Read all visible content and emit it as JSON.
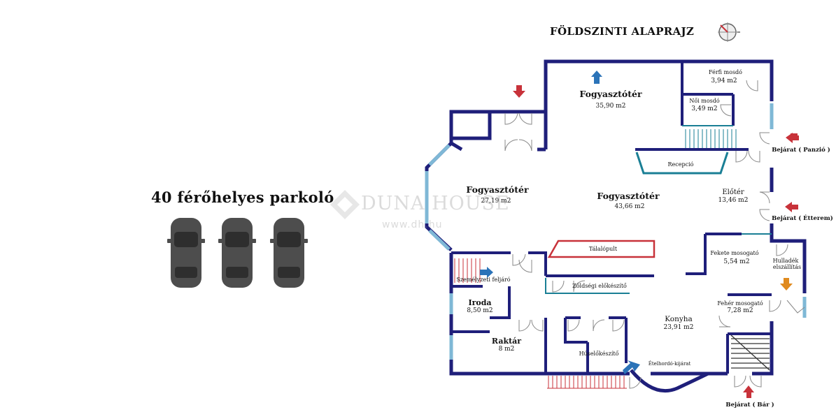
{
  "plan_title": "FÖLDSZINTI ALAPRAJZ",
  "parking": {
    "label": "40 férőhelyes parkoló",
    "car_icon_names": [
      "car-icon",
      "car-icon",
      "car-icon"
    ]
  },
  "watermark": {
    "brand": "DUNA HOUSE",
    "url": "www.dh.hu"
  },
  "rooms": {
    "fogyaszto_top": {
      "name": "Fogyasztótér",
      "area": "35,90 m2"
    },
    "ferfi_mosdo": {
      "name": "Férfi mosdó",
      "area": "3,94 m2"
    },
    "noi_mosdo": {
      "name": "Női mosdó",
      "area": "3,49 m2"
    },
    "recepcio": {
      "name": "Recepció"
    },
    "fogyaszto_left": {
      "name": "Fogyasztótér",
      "area": "27,19 m2"
    },
    "fogyaszto_mid": {
      "name": "Fogyasztótér",
      "area": "43,66 m2"
    },
    "eloter": {
      "name": "Előtér",
      "area": "13,46 m2"
    },
    "talalopult": {
      "name": "Tálalópult"
    },
    "fekete_mosogato": {
      "name": "Fekete mosogató",
      "area": "5,54 m2"
    },
    "hulladek": {
      "line1": "Hulladék",
      "line2": "elszállítás"
    },
    "szemelyzeti": {
      "name": "Személyzeti feljáró"
    },
    "zoldseg": {
      "name": "Zöldségi előkészítő"
    },
    "iroda": {
      "name": "Iroda",
      "area": "8,50 m2"
    },
    "feher_mosogato": {
      "name": "Fehér mosogató",
      "area": "7,28 m2"
    },
    "konyha": {
      "name": "Konyha",
      "area": "23,91 m2"
    },
    "raktar": {
      "name": "Raktár",
      "area": "8 m2"
    },
    "huselokeszito": {
      "name": "Húselőkészítő"
    },
    "etelhordo": {
      "name": "Ételhordó-kijárat"
    }
  },
  "entrances": {
    "panzio": "Bejárat ( Panzió )",
    "etterem": "Bejárat ( Étterem)",
    "bar": "Bejárat ( Bár )"
  },
  "colors": {
    "wall": "#1f1f7a",
    "window": "#7fb8d6",
    "inner": "#1a7f95",
    "counter": "#c8323a",
    "entry_arrow": "#c8323a",
    "staff_arrow": "#2b73b8",
    "waste_arrow": "#e08a1e",
    "car": "#505050"
  }
}
